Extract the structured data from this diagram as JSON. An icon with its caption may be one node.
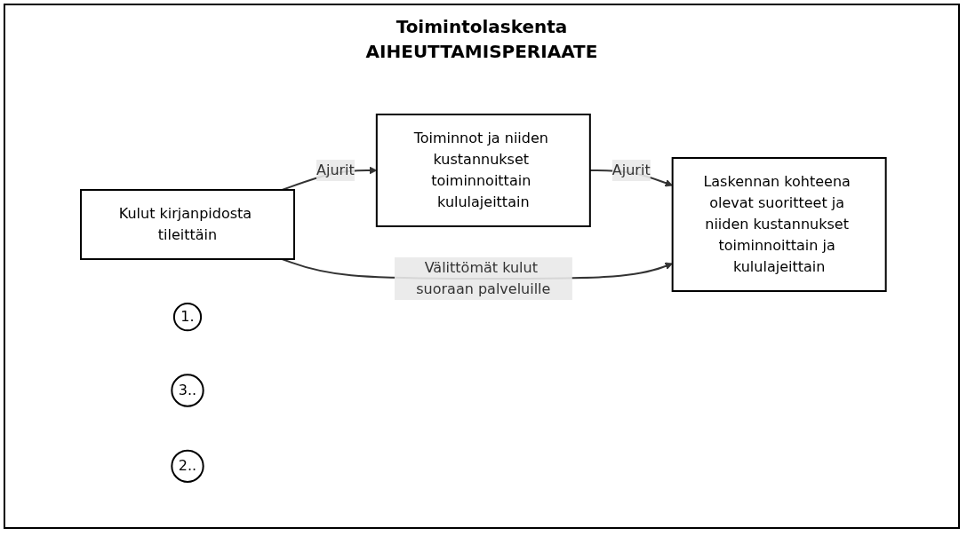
{
  "diagram": {
    "title": "Toimintolaskenta",
    "nodes": [
      {
        "text": [
          "Kulut kirjanpidosta tileittäin"
        ]
      },
      {
        "text": [
          "1."
        ]
      },
      {
        "text": [
          "3.."
        ]
      },
      {
        "text": [
          "Toiminnot ja niiden kustannukset toiminnoittain kululajeittain"
        ]
      },
      {
        "text": [
          "2.."
        ]
      },
      {
        "text": [
          "Laskennan kohteena olevat suoritteet ja niiden kustannukset toiminnoittain ja kululajeittain"
        ]
      }
    ],
    "edges": [
      {
        "from": 0,
        "to": 3,
        "arrow": "to",
        "label": "Ajurit"
      },
      {
        "from": 3,
        "to": 5,
        "arrow": "to",
        "label": "Ajurit"
      },
      {
        "from": 0,
        "to": 5,
        "arrow": "to",
        "label": "Välittömät kulut suoraan palveluille"
      }
    ],
    "labels": [
      "AIHEUTTAMISPERIAATE"
    ]
  }
}
